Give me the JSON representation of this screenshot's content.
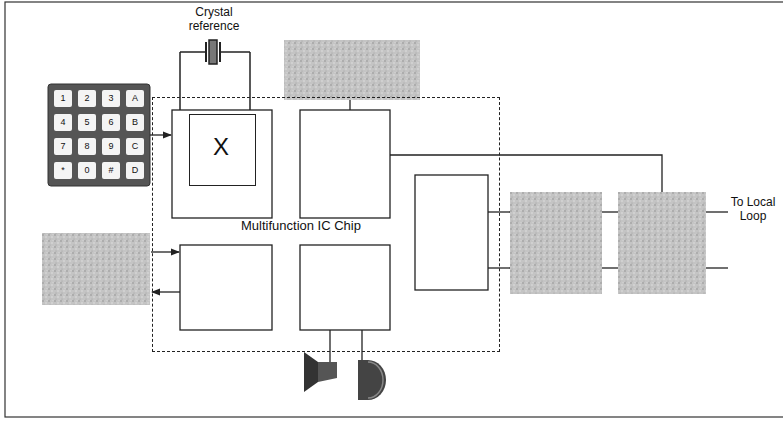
{
  "diagram": {
    "nodes": [
      {
        "text": [
          "Multifunction IC Chip"
        ]
      },
      {
        "text": [
          "X"
        ],
        "in": 0
      }
    ],
    "labels": [
      "Crystal reference",
      "1",
      "2",
      "3",
      "A",
      "4",
      "5",
      "6",
      "B",
      "7",
      "8",
      "9",
      "C",
      "*",
      "0",
      "#",
      "D",
      "To Local Loop"
    ]
  }
}
